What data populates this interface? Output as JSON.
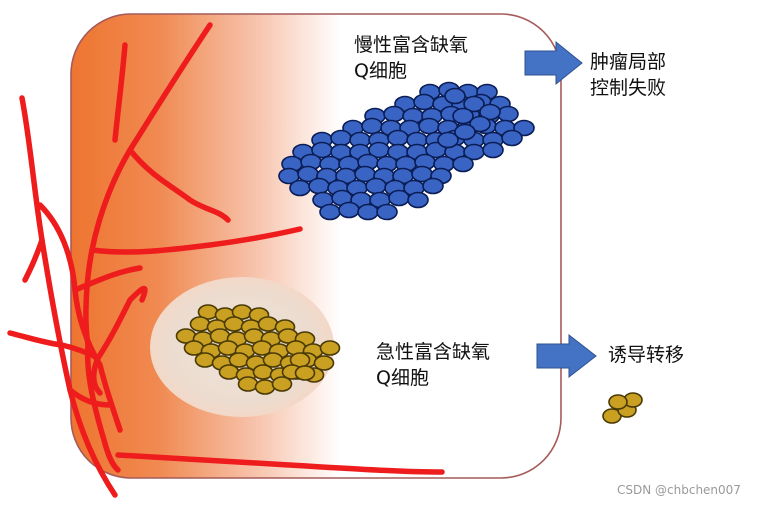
{
  "labels": {
    "chronic_line1": "慢性富含缺氧",
    "chronic_line2": "Q细胞",
    "chronic_outcome_line1": "肿瘤局部",
    "chronic_outcome_line2": "控制失败",
    "acute_line1": "急性富含缺氧",
    "acute_line2": "Q细胞",
    "acute_outcome": "诱导转移"
  },
  "watermark": "CSDN @chbchen007",
  "colors": {
    "vessel": "#ee1c1c",
    "gradient_start": "#ee7530",
    "gradient_end": "#ffffff",
    "tumor_border": "#a65a5a",
    "chronic_cell_fill": "#3a64c4",
    "chronic_cell_stroke": "#0a1d55",
    "acute_cell_fill": "#c9a021",
    "acute_cell_stroke": "#4a3a05",
    "arrow": "#4472c4",
    "halo": "#ede1d6"
  }
}
